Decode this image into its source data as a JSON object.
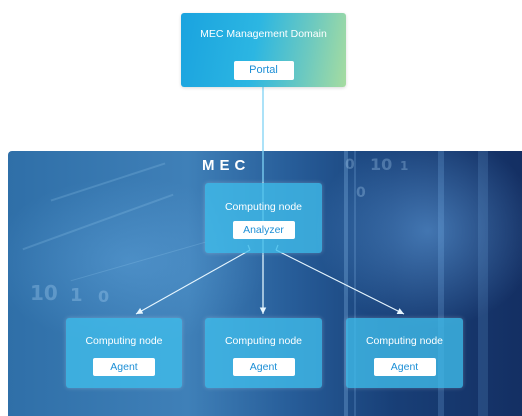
{
  "management": {
    "title": "MEC Management Domain",
    "portal": "Portal"
  },
  "mec": {
    "title": "MEC",
    "analyzer_node": {
      "label": "Computing node",
      "module": "Analyzer"
    },
    "agent_nodes": [
      {
        "label": "Computing node",
        "module": "Agent"
      },
      {
        "label": "Computing node",
        "module": "Agent"
      },
      {
        "label": "Computing node",
        "module": "Agent"
      }
    ]
  },
  "background_digits": [
    "0",
    "10",
    "1",
    "0",
    "10",
    "1",
    "0"
  ],
  "colors": {
    "management_gradient_start": "#1aa3df",
    "management_gradient_end": "#a6dca0",
    "node_fill": "#40beec",
    "button_text": "#1d8fd6",
    "connector": "#7fd3f5"
  }
}
